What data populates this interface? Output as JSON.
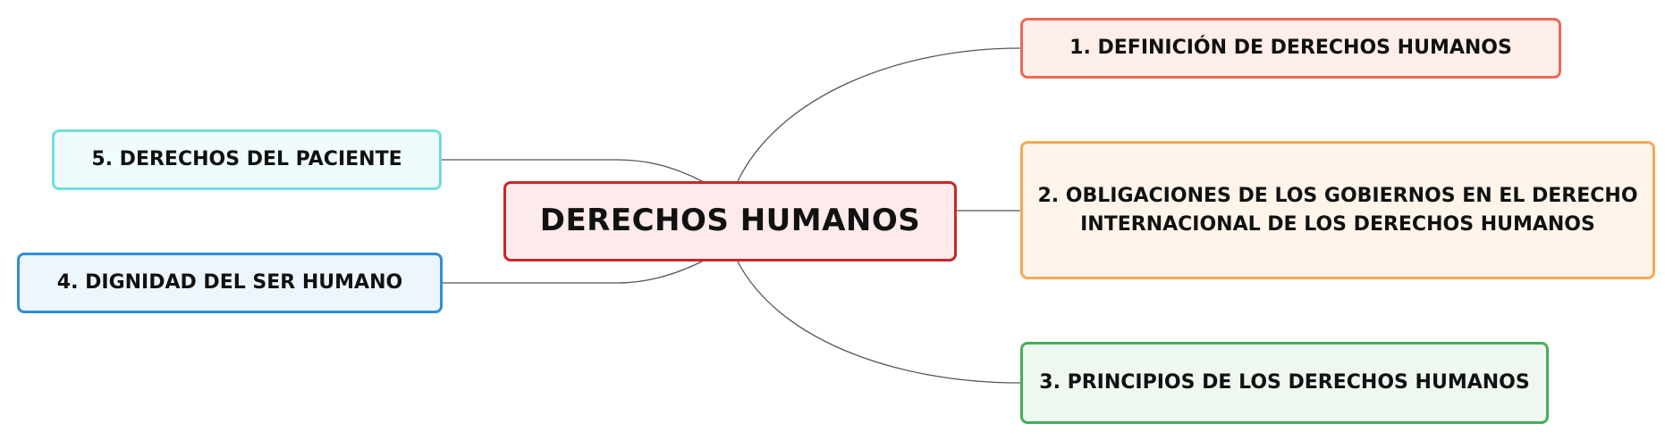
{
  "center": {
    "label": "DERECHOS HUMANOS",
    "color": "#c62828"
  },
  "branches": [
    {
      "label": "1. DEFINICIÓN DE DERECHOS HUMANOS",
      "color": "#ea6a55"
    },
    {
      "label_line1": "2. OBLIGACIONES DE LOS GOBIERNOS EN EL DERECHO",
      "label_line2": "INTERNACIONAL DE LOS DERECHOS HUMANOS",
      "color": "#f2aa58"
    },
    {
      "label": "3. PRINCIPIOS DE LOS DERECHOS HUMANOS",
      "color": "#47ad5a"
    },
    {
      "label": "4. DIGNIDAD DEL SER HUMANO",
      "color": "#2f8fd6"
    },
    {
      "label": "5. DERECHOS DEL PACIENTE",
      "color": "#72dedc"
    }
  ]
}
